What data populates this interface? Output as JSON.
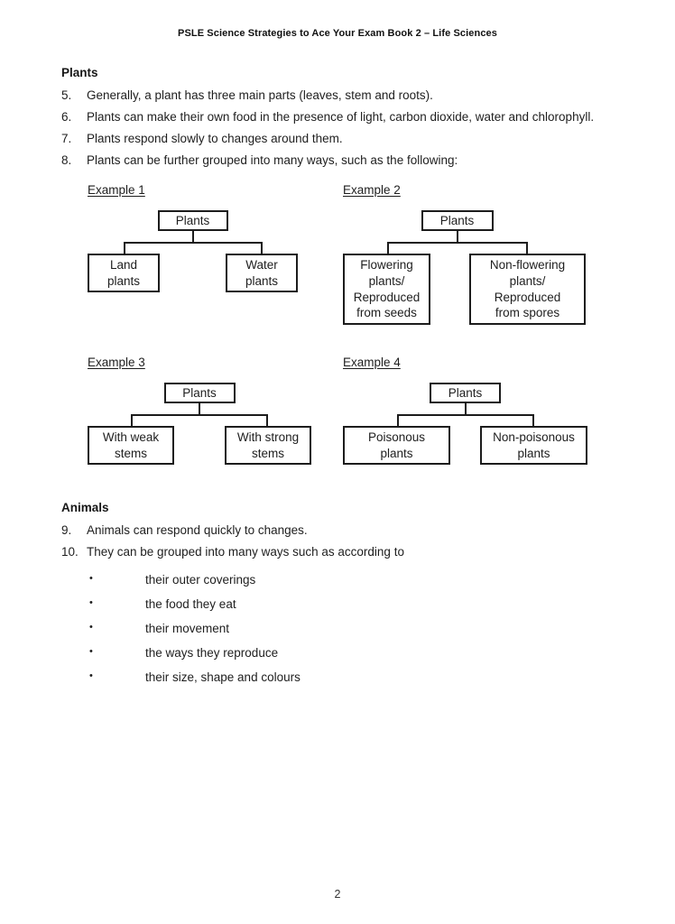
{
  "header": {
    "title": "PSLE Science Strategies to Ace Your Exam Book 2 – Life Sciences"
  },
  "plants": {
    "heading": "Plants",
    "items": [
      {
        "num": "5.",
        "text": "Generally, a plant has three main parts (leaves, stem and roots)."
      },
      {
        "num": "6.",
        "text": "Plants can make their own food in the presence of light, carbon dioxide, water and chlorophyll."
      },
      {
        "num": "7.",
        "text": "Plants respond slowly to changes around them."
      },
      {
        "num": "8.",
        "text": "Plants can be further grouped into many ways, such as the following:"
      }
    ]
  },
  "examples": [
    {
      "label": "Example 1",
      "root": "Plants",
      "left": "Land\nplants",
      "right": "Water\nplants"
    },
    {
      "label": "Example 2",
      "root": "Plants",
      "left": "Flowering\nplants/\nReproduced\nfrom seeds",
      "right": "Non-flowering\nplants/\nReproduced\nfrom spores"
    },
    {
      "label": "Example 3",
      "root": "Plants",
      "left": "With weak\nstems",
      "right": "With strong\nstems"
    },
    {
      "label": "Example 4",
      "root": "Plants",
      "left": "Poisonous\nplants",
      "right": "Non-poisonous\nplants"
    }
  ],
  "animals": {
    "heading": "Animals",
    "items": [
      {
        "num": "9.",
        "text": "Animals can respond quickly to changes."
      },
      {
        "num": "10.",
        "text": "They can be grouped into many ways such as according to"
      }
    ],
    "bullet_glyph": "•",
    "bullets": [
      "their outer coverings",
      "the food they eat",
      "their movement",
      "the ways they reproduce",
      "their size, shape and colours"
    ]
  },
  "footer": {
    "page_number": "2"
  }
}
